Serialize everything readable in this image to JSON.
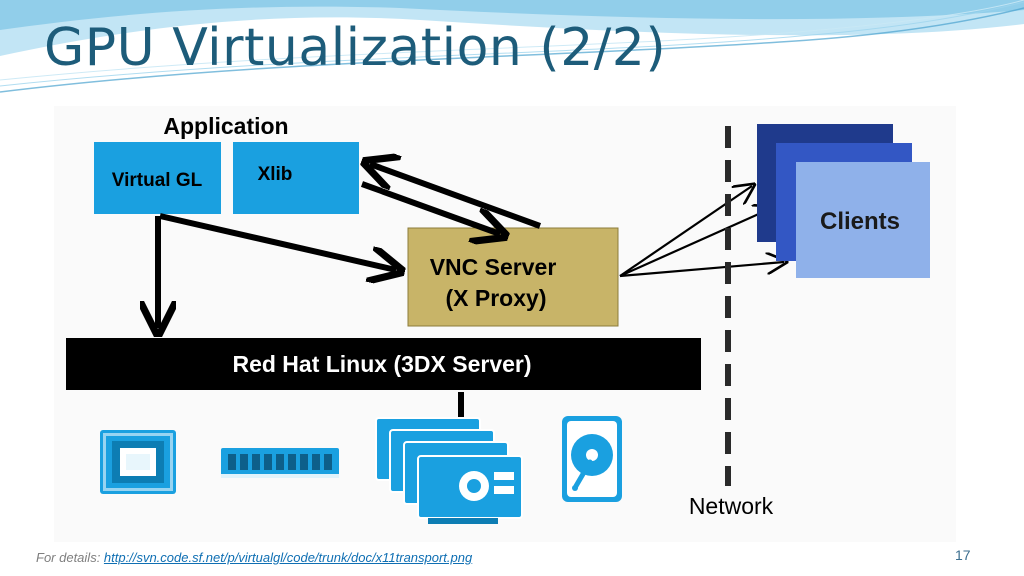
{
  "slide": {
    "title": "GPU Virtualization (2/2)",
    "page_number": "17",
    "footer_prefix": "For details: ",
    "footer_link": "http://svn.code.sf.net/p/virtualgl/code/trunk/doc/x11transport.png"
  },
  "diagram": {
    "application_label": "Application",
    "virtualgl_label": "Virtual GL",
    "xlib_label": "Xlib",
    "vnc_line1": "VNC Server",
    "vnc_line2": "(X Proxy)",
    "linux_label": "Red Hat Linux (3DX Server)",
    "clients_label": "Clients",
    "network_label": "Network",
    "icons": [
      "cpu-icon",
      "memory-icon",
      "gpu-cards-icon",
      "hard-disk-icon"
    ]
  },
  "colors": {
    "title": "#1d5c7a",
    "app_box": "#1aa0e0",
    "vnc_box": "#c8b468",
    "linux_bar": "#000000",
    "client_dark": "#1f3a8c",
    "client_mid": "#3357c4",
    "client_light": "#8fb1ea",
    "hardware_icon": "#1aa0e0"
  }
}
